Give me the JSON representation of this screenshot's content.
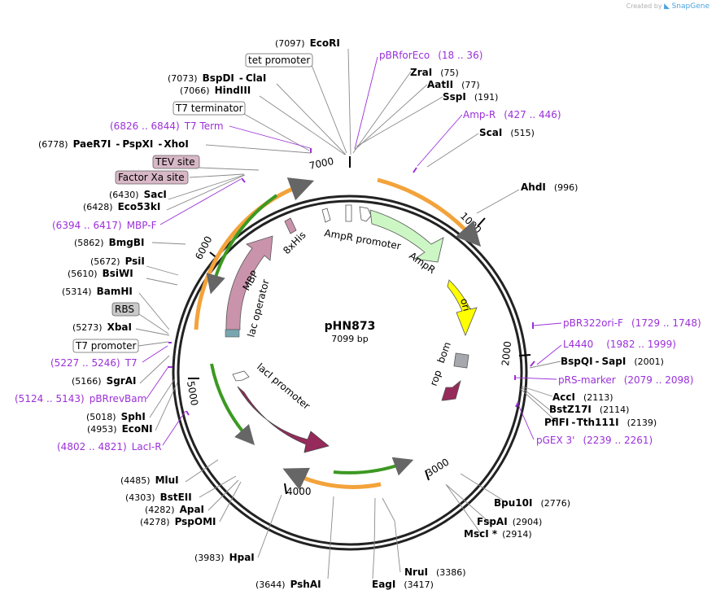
{
  "plasmid": {
    "name": "pHN873",
    "length": "7099 bp"
  },
  "credit": {
    "created_by": "Created by",
    "brand": "SnapGene"
  },
  "ruler": [
    "1000",
    "2000",
    "3000",
    "4000",
    "5000",
    "6000",
    "7000"
  ],
  "sites": [
    {
      "name": "EcoRI",
      "pos": "(7097)"
    },
    {
      "name": "ZraI",
      "pos": "(75)"
    },
    {
      "name": "AatII",
      "pos": "(77)"
    },
    {
      "name": "SspI",
      "pos": "(191)"
    },
    {
      "name": "ScaI",
      "pos": "(515)"
    },
    {
      "name": "AhdI",
      "pos": "(996)"
    },
    {
      "name": "BspQI",
      "name2": "SapI",
      "pos": "(2001)"
    },
    {
      "name": "AccI",
      "pos": "(2113)"
    },
    {
      "name": "BstZ17I",
      "pos": "(2114)"
    },
    {
      "name": "PflFI",
      "name2": "Tth111I",
      "pos": "(2139)"
    },
    {
      "name": "Bpu10I",
      "pos": "(2776)"
    },
    {
      "name": "FspAI",
      "pos": "(2904)"
    },
    {
      "name": "MscI *",
      "pos": "(2914)"
    },
    {
      "name": "NruI",
      "pos": "(3386)"
    },
    {
      "name": "EagI",
      "pos": "(3417)"
    },
    {
      "name": "PshAI",
      "pos": "(3644)"
    },
    {
      "name": "HpaI",
      "pos": "(3983)"
    },
    {
      "name": "PspOMI",
      "pos": "(4278)"
    },
    {
      "name": "ApaI",
      "pos": "(4282)"
    },
    {
      "name": "BstEII",
      "pos": "(4303)"
    },
    {
      "name": "MluI",
      "pos": "(4485)"
    },
    {
      "name": "EcoNI",
      "pos": "(4953)"
    },
    {
      "name": "SphI",
      "pos": "(5018)"
    },
    {
      "name": "SgrAI",
      "pos": "(5166)"
    },
    {
      "name": "XbaI",
      "pos": "(5273)"
    },
    {
      "name": "BamHI",
      "pos": "(5314)"
    },
    {
      "name": "BsiWI",
      "pos": "(5610)"
    },
    {
      "name": "PsiI",
      "pos": "(5672)"
    },
    {
      "name": "BmgBI",
      "pos": "(5862)"
    },
    {
      "name": "Eco53kI",
      "pos": "(6428)"
    },
    {
      "name": "SacI",
      "pos": "(6430)"
    },
    {
      "name": "PaeR7I",
      "name2": "PspXI",
      "name3": "XhoI",
      "pos": "(6778)"
    },
    {
      "name": "HindIII",
      "pos": "(7066)"
    },
    {
      "name": "BspDI",
      "name2": "ClaI",
      "pos": "(7073)"
    }
  ],
  "primers": [
    {
      "name": "pBRforEco",
      "range": "(18 .. 36)"
    },
    {
      "name": "Amp-R",
      "range": "(427 .. 446)"
    },
    {
      "name": "pBR322ori-F",
      "range": "(1729 .. 1748)"
    },
    {
      "name": "L4440",
      "range": "(1982 .. 1999)"
    },
    {
      "name": "pRS-marker",
      "range": "(2079 .. 2098)"
    },
    {
      "name": "pGEX 3'",
      "range": "(2239 .. 2261)"
    },
    {
      "name": "LacI-R",
      "range": "(4802 .. 4821)"
    },
    {
      "name": "pBRrevBam",
      "range": "(5124 .. 5143)"
    },
    {
      "name": "T7",
      "range": "(5227 .. 5246)"
    },
    {
      "name": "MBP-F",
      "range": "(6394 .. 6417)"
    },
    {
      "name": "T7 Term",
      "range": "(6826 .. 6844)"
    }
  ],
  "boxed": [
    {
      "name": "tet promoter",
      "style": "white"
    },
    {
      "name": "T7 terminator",
      "style": "white"
    },
    {
      "name": "TEV site",
      "style": "pink"
    },
    {
      "name": "Factor Xa site",
      "style": "pink"
    },
    {
      "name": "RBS",
      "style": "gray"
    },
    {
      "name": "T7 promoter",
      "style": "white"
    }
  ],
  "features": {
    "ampr_promoter": "AmpR promoter",
    "ampr": "AmpR",
    "ori": "ori",
    "bom": "bom",
    "rop": "rop",
    "laci": "lacI",
    "laci_promoter": "lacI promoter",
    "lac_operator": "lac operator",
    "mbp": "MBP",
    "his": "8xHis"
  },
  "colors": {
    "ampr": "#ccf7c4",
    "ori": "#ffff00",
    "laci": "#962a5b",
    "mbp": "#c994ab",
    "bom": "#a5a8ad",
    "orf_orange": "#f3a33b",
    "orf_green": "#3c9922",
    "primer": "#9b30d9"
  }
}
